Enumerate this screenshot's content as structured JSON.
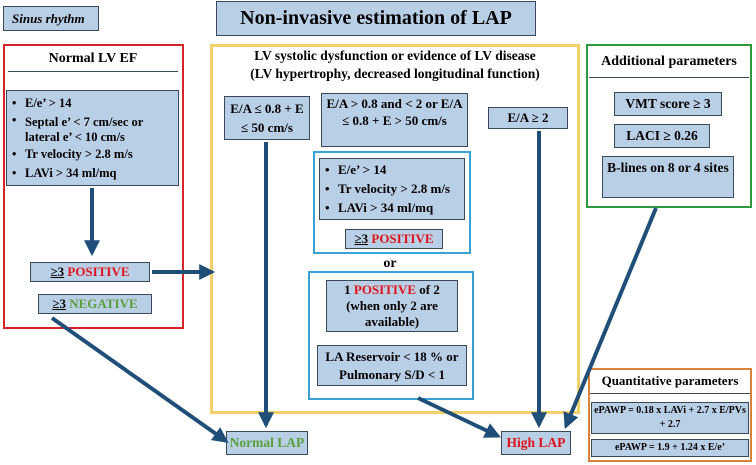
{
  "title": "Non-invasive estimation of LAP",
  "rhythm_label": "Sinus rhythm",
  "normal_ef": {
    "heading": "Normal LV EF",
    "criteria": [
      "E/e’ > 14",
      "Septal e’ < 7 cm/sec or lateral e’ < 10 cm/s",
      "Tr velocity > 2.8 m/s",
      "LAVi > 34 ml/mq"
    ],
    "positive_prefix": "≥3",
    "positive_word": "POSITIVE",
    "negative_prefix": "≥3",
    "negative_word": "NEGATIVE"
  },
  "lv_disease": {
    "heading_line1": "LV systolic dysfunction or evidence of LV disease",
    "heading_line2": "(LV hypertrophy, decreased longitudinal function)",
    "ea_low": "E/A ≤ 0.8 + E ≤ 50 cm/s",
    "ea_mid": "E/A > 0.8 and < 2 or E/A ≤ 0.8 + E > 50 cm/s",
    "ea_high": "E/A ≥ 2",
    "criteria": [
      "E/e’ > 14",
      "Tr velocity > 2.8 m/s",
      "LAVi > 34 ml/mq"
    ],
    "positive_prefix": "≥3",
    "positive_word": "POSITIVE",
    "or_label": "or",
    "one_positive_pre": "1",
    "one_positive_word": "POSITIVE",
    "one_positive_post": "of  2",
    "one_positive_note": "(when only 2 are available)",
    "la_reservoir": "LA Reservoir < 18 % or Pulmonary S/D < 1"
  },
  "additional": {
    "heading": "Additional parameters",
    "items": [
      "VMT score ≥ 3",
      "LACI ≥ 0.26",
      "B-lines on 8 or 4 sites"
    ]
  },
  "quantitative": {
    "heading": "Quantitative parameters",
    "formula1": "ePAWP = 0.18 x LAVi + 2.7 x E/PVs + 2.7",
    "formula2": "ePAWP = 1.9 + 1.24 x E/e’"
  },
  "outcomes": {
    "normal": "Normal LAP",
    "high": "High LAP"
  },
  "colors": {
    "box_fill": "#b9cfe6",
    "normal_frame": "#d6252a",
    "lv_frame": "#f2d16b",
    "additional_frame": "#2f9a3d",
    "quant_frame": "#d9823a",
    "inner_frame": "#3aa3d6",
    "arrow": "#1f4e79",
    "positive": "#e0131b",
    "negative": "#5a9f3c"
  }
}
